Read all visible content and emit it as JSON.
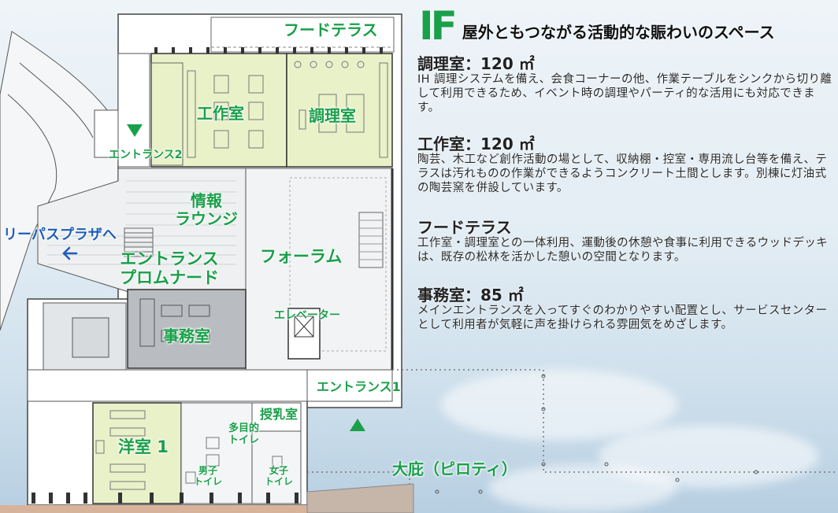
{
  "floor": {
    "number": "IF",
    "tagline": "屋外ともつながる活動的な賑わいのスペース"
  },
  "rooms": [
    {
      "title": "調理室：120 ㎡",
      "body": "IH 調理システムを備え、会食コーナーの他、作業テーブルをシンクから切り離して利用できるため、イベント時の調理やパーティ的な活用にも対応できます。"
    },
    {
      "title": "工作室：120 ㎡",
      "body": "陶芸、木工など創作活動の場として、収納棚・控室・専用流し台等を備え、テラスは汚れものの作業ができるようコンクリート土間とします。別棟に灯油式の陶芸窯を併設しています。"
    },
    {
      "title": "フードテラス",
      "body": "工作室・調理室との一体利用、運動後の休憩や食事に利用できるウッドデッキは、既存の松林を活かした憩いの空間となります。"
    },
    {
      "title": "事務室：85 ㎡",
      "body": "メインエントランスを入ってすぐのわかりやすい配置とし、サービスセンターとして利用者が気軽に声を掛けられる雰囲気をめざします。"
    }
  ],
  "plan_labels": {
    "food_terrace": "フードテラス",
    "workshop": "工作室",
    "kitchen": "調理室",
    "entrance2": "エントランス2",
    "info_lounge_1": "情報",
    "info_lounge_2": "ラウンジ",
    "repas_plaza": "リーパスプラザへ",
    "promenade_1": "エントランス",
    "promenade_2": "プロムナード",
    "forum": "フォーラム",
    "office": "事務室",
    "elevator": "エレベーター",
    "entrance1": "エントランス1",
    "nursing": "授乳室",
    "multi_toilet_1": "多目的",
    "multi_toilet_2": "トイレ",
    "western_room": "洋室 1",
    "mens_1": "男子",
    "mens_2": "トイレ",
    "womens_1": "女子",
    "womens_2": "トイレ",
    "piloti": "大庇（ピロティ）"
  },
  "colors": {
    "label_green": "#1aa04a",
    "label_blue": "#1e5db8",
    "room_yellow": "#e9f1c9",
    "office_gray": "#b9bcc0",
    "forum_gray": "#f2f3f4"
  }
}
